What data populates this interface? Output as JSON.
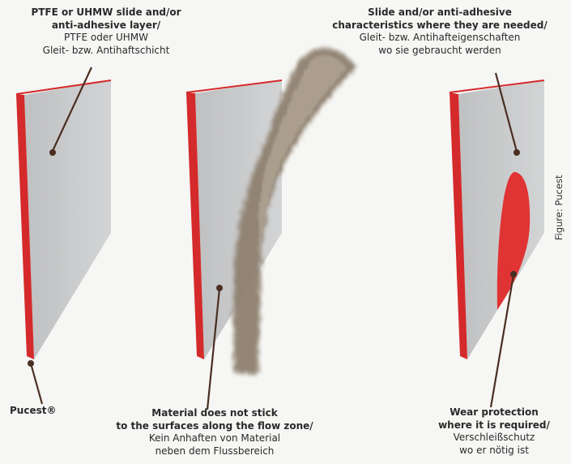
{
  "labels": {
    "ptfe": {
      "line1": "PTFE or UHMW slide and/or",
      "line2": "anti-adhesive layer/",
      "line3": "PTFE oder UHMW",
      "line4": "Gleit- bzw. Antihaftschicht"
    },
    "slide": {
      "line1": "Slide and/or anti-adhesive",
      "line2": "characteristics where they are needed/",
      "line3": "Gleit- bzw. Antihafteigenschaften",
      "line4": "wo sie gebraucht werden"
    },
    "pucest": "Pucest®",
    "material": {
      "line1": "Material does not stick",
      "line2": "to the surfaces along the flow zone/",
      "line3": "Kein Anhaften von Material",
      "line4": "neben dem Flussbereich"
    },
    "wear": {
      "line1": "Wear protection",
      "line2": "where it is required/",
      "line3": "Verschleißschutz",
      "line4": "wo er nötig ist"
    }
  },
  "credit": "Figure: Pucest",
  "colors": {
    "background": "#f6f6f4",
    "panel_face": "#c9cacb",
    "panel_edge": "#d42a2b",
    "wear_zone": "#e03434",
    "material": "#8f8170",
    "leader": "#4a2e22"
  }
}
